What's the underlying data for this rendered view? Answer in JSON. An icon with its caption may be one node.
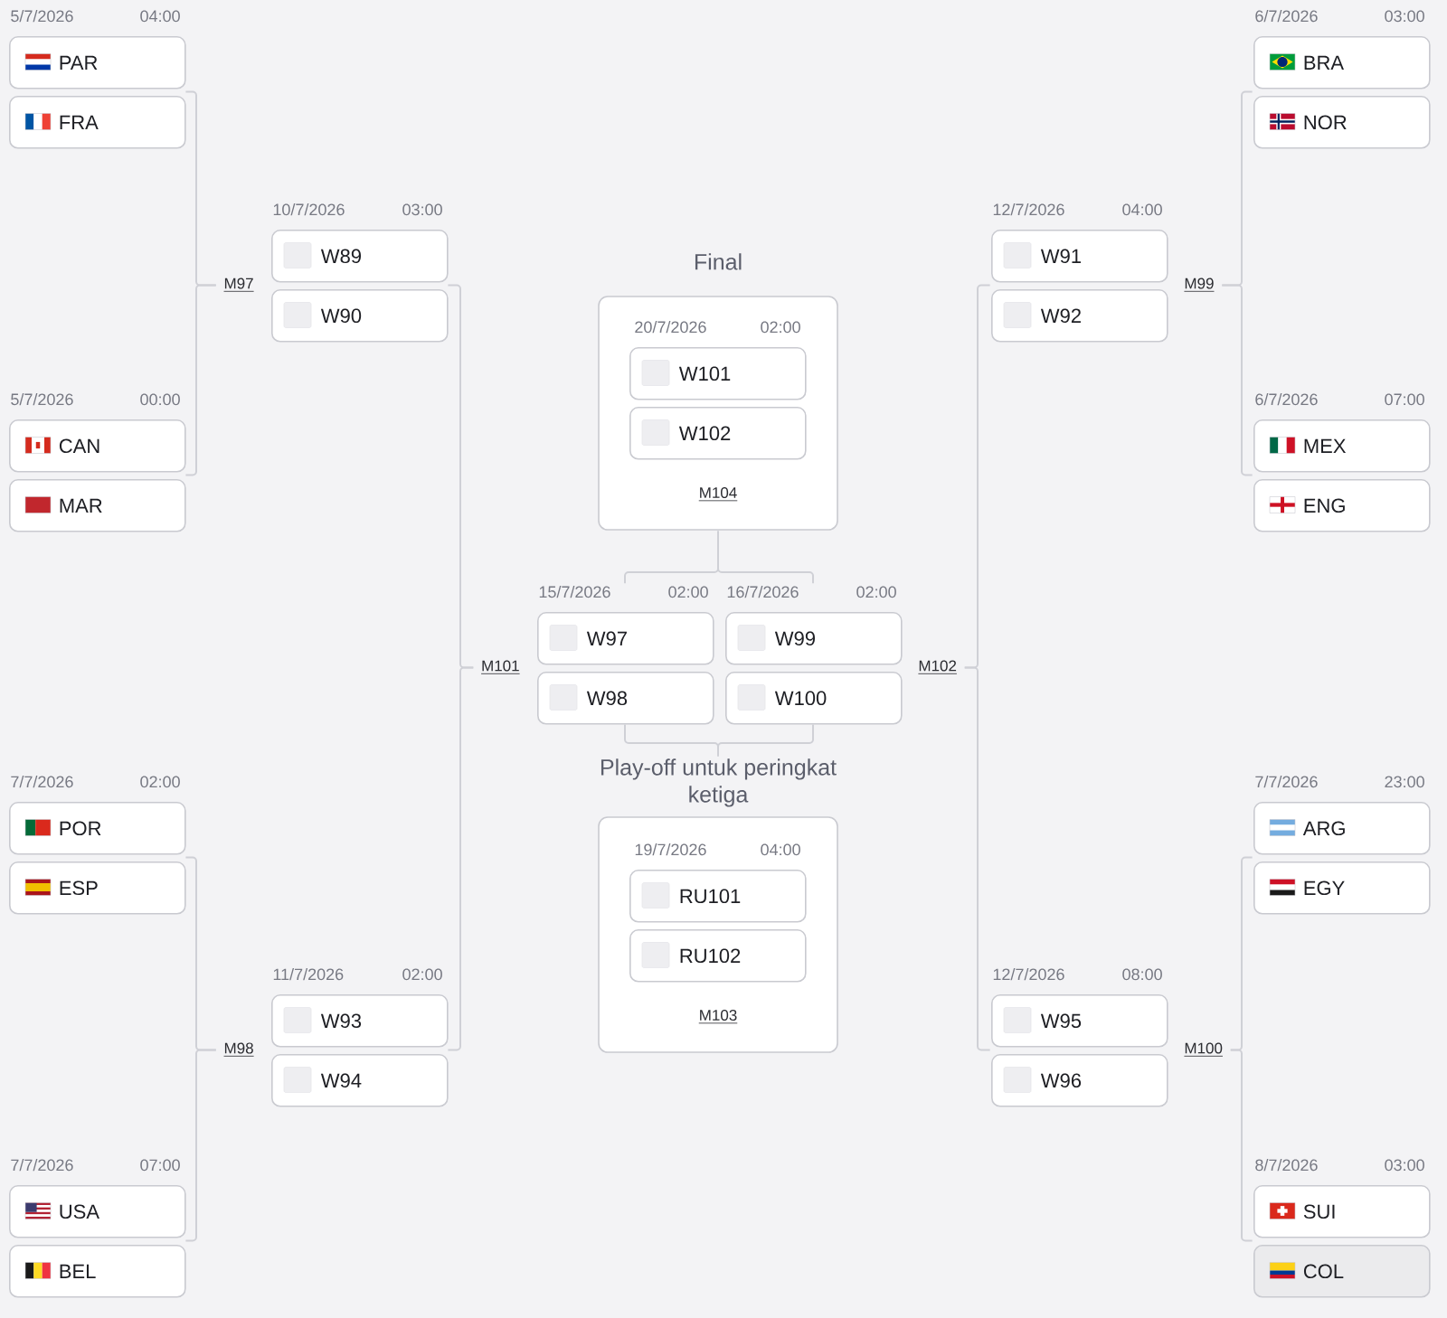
{
  "diagram": {
    "nodes": [
      {
        "text": [
          "5/7/2026",
          "04:00"
        ]
      },
      {
        "text": [
          "PAR"
        ],
        "in": 0
      },
      {
        "text": [
          "FRA"
        ],
        "in": 0
      },
      {
        "text": [
          "5/7/2026",
          "00:00"
        ]
      },
      {
        "text": [
          "CAN"
        ],
        "in": 3
      },
      {
        "text": [
          "MAR"
        ],
        "in": 3
      },
      {
        "text": [
          "7/7/2026",
          "02:00"
        ]
      },
      {
        "text": [
          "POR"
        ],
        "in": 6
      },
      {
        "text": [
          "ESP"
        ],
        "in": 6
      },
      {
        "text": [
          "7/7/2026",
          "07:00"
        ]
      },
      {
        "text": [
          "USA"
        ],
        "in": 9
      },
      {
        "text": [
          "BEL"
        ],
        "in": 9
      },
      {
        "text": [
          "10/7/2026",
          "03:00",
          "M97"
        ]
      },
      {
        "text": [
          "W89"
        ],
        "in": 12
      },
      {
        "text": [
          "W90"
        ],
        "in": 12
      },
      {
        "text": [
          "11/7/2026",
          "02:00",
          "M98"
        ]
      },
      {
        "text": [
          "W93"
        ],
        "in": 15
      },
      {
        "text": [
          "W94"
        ],
        "in": 15
      },
      {
        "text": [
          "Final",
          "20/7/2026",
          "02:00",
          "M104"
        ]
      },
      {
        "text": [
          "W101"
        ],
        "in": 18
      },
      {
        "text": [
          "W102"
        ],
        "in": 18
      },
      {
        "text": [
          "15/7/2026",
          "02:00",
          "M101"
        ]
      },
      {
        "text": [
          "W97"
        ],
        "in": 21
      },
      {
        "text": [
          "W98"
        ],
        "in": 21
      },
      {
        "text": [
          "16/7/2026",
          "02:00",
          "M102"
        ]
      },
      {
        "text": [
          "W99"
        ],
        "in": 24
      },
      {
        "text": [
          "W100"
        ],
        "in": 24
      },
      {
        "text": [
          "Play-off untuk peringkat ketiga",
          "19/7/2026",
          "04:00",
          "M103"
        ]
      },
      {
        "text": [
          "RU101"
        ],
        "in": 27
      },
      {
        "text": [
          "RU102"
        ],
        "in": 27
      },
      {
        "text": [
          "12/7/2026",
          "04:00",
          "M99"
        ]
      },
      {
        "text": [
          "W91"
        ],
        "in": 30
      },
      {
        "text": [
          "W92"
        ],
        "in": 30
      },
      {
        "text": [
          "12/7/2026",
          "08:00",
          "M100"
        ]
      },
      {
        "text": [
          "W95"
        ],
        "in": 33
      },
      {
        "text": [
          "W96"
        ],
        "in": 33
      },
      {
        "text": [
          "6/7/2026",
          "03:00"
        ]
      },
      {
        "text": [
          "BRA"
        ],
        "in": 36
      },
      {
        "text": [
          "NOR"
        ],
        "in": 36
      },
      {
        "text": [
          "6/7/2026",
          "07:00"
        ]
      },
      {
        "text": [
          "MEX"
        ],
        "in": 39
      },
      {
        "text": [
          "ENG"
        ],
        "in": 39
      },
      {
        "text": [
          "7/7/2026",
          "23:00"
        ]
      },
      {
        "text": [
          "ARG"
        ],
        "in": 42
      },
      {
        "text": [
          "EGY"
        ],
        "in": 42
      },
      {
        "text": [
          "8/7/2026",
          "03:00"
        ]
      },
      {
        "text": [
          "SUI"
        ],
        "in": 45
      },
      {
        "text": [
          "COL"
        ],
        "in": 45
      }
    ],
    "edges": [
      {
        "from": 0,
        "to": 12,
        "arrow": "none"
      },
      {
        "from": 3,
        "to": 12,
        "arrow": "none"
      },
      {
        "from": 6,
        "to": 15,
        "arrow": "none"
      },
      {
        "from": 9,
        "to": 15,
        "arrow": "none"
      },
      {
        "from": 12,
        "to": 21,
        "arrow": "none"
      },
      {
        "from": 15,
        "to": 21,
        "arrow": "none"
      },
      {
        "from": 21,
        "to": 18,
        "arrow": "none"
      },
      {
        "from": 24,
        "to": 18,
        "arrow": "none"
      },
      {
        "from": 21,
        "to": 27,
        "arrow": "none"
      },
      {
        "from": 24,
        "to": 27,
        "arrow": "none"
      },
      {
        "from": 30,
        "to": 24,
        "arrow": "none"
      },
      {
        "from": 33,
        "to": 24,
        "arrow": "none"
      },
      {
        "from": 36,
        "to": 30,
        "arrow": "none"
      },
      {
        "from": 39,
        "to": 30,
        "arrow": "none"
      },
      {
        "from": 42,
        "to": 33,
        "arrow": "none"
      },
      {
        "from": 45,
        "to": 33,
        "arrow": "none"
      }
    ]
  }
}
